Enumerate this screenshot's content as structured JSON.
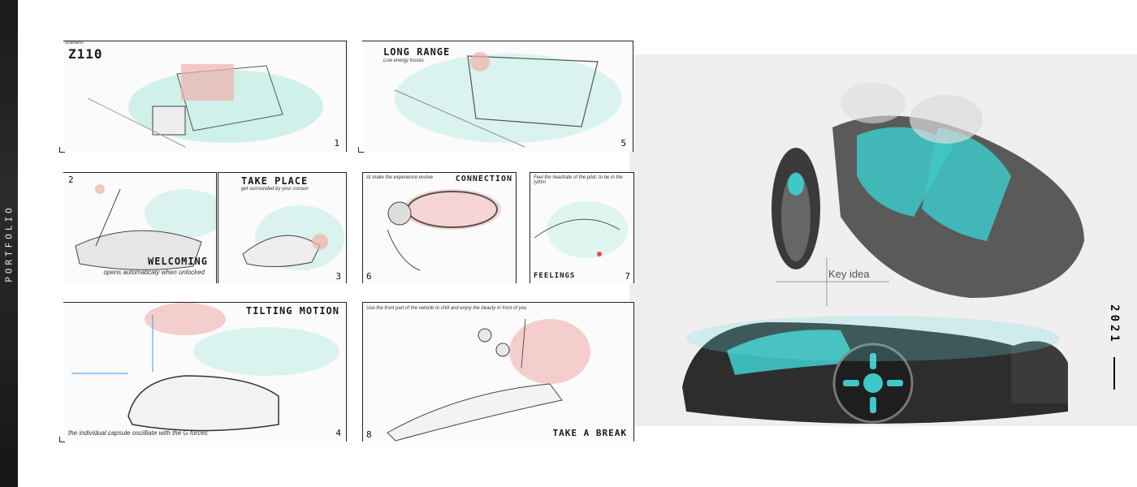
{
  "sidebar": {
    "label": "PORTFOLIO"
  },
  "panels": {
    "p1": {
      "scenario": "scenario",
      "title": "Z110",
      "number": "1"
    },
    "p5": {
      "title": "LONG RANGE",
      "subtitle": "Low energy losses",
      "number": "5"
    },
    "p2": {
      "number": "2",
      "title": "WELCOMING",
      "caption": "opens automaticaly when unlocked"
    },
    "p3": {
      "title": "TAKE PLACE",
      "subtitle": "get surrounded by your cocoon",
      "number": "3"
    },
    "p6": {
      "subtitle": "AI make the experience evolve",
      "title": "CONNECTION",
      "number": "6"
    },
    "p7": {
      "subtitle": "Feel the heartrate of the pilot, to be in the rythm",
      "title": "FEELINGS",
      "number": "7"
    },
    "p4": {
      "title": "TILTING MOTION",
      "caption": "the individual capsule oscilliate with the G forces",
      "number": "4"
    },
    "p8": {
      "subtitle": "Use the front part of the vehicle to chill and enjoy the beauty in front of you",
      "title": "TAKE A BREAK",
      "number": "8"
    }
  },
  "right": {
    "key_idea": "Key idea",
    "year": "2021"
  },
  "colors": {
    "accent_teal": "#3ec8c8",
    "wash_teal": "#bfeee6",
    "wash_red": "#f3a3a0",
    "sidebar_bg": "#1f1f1f"
  }
}
